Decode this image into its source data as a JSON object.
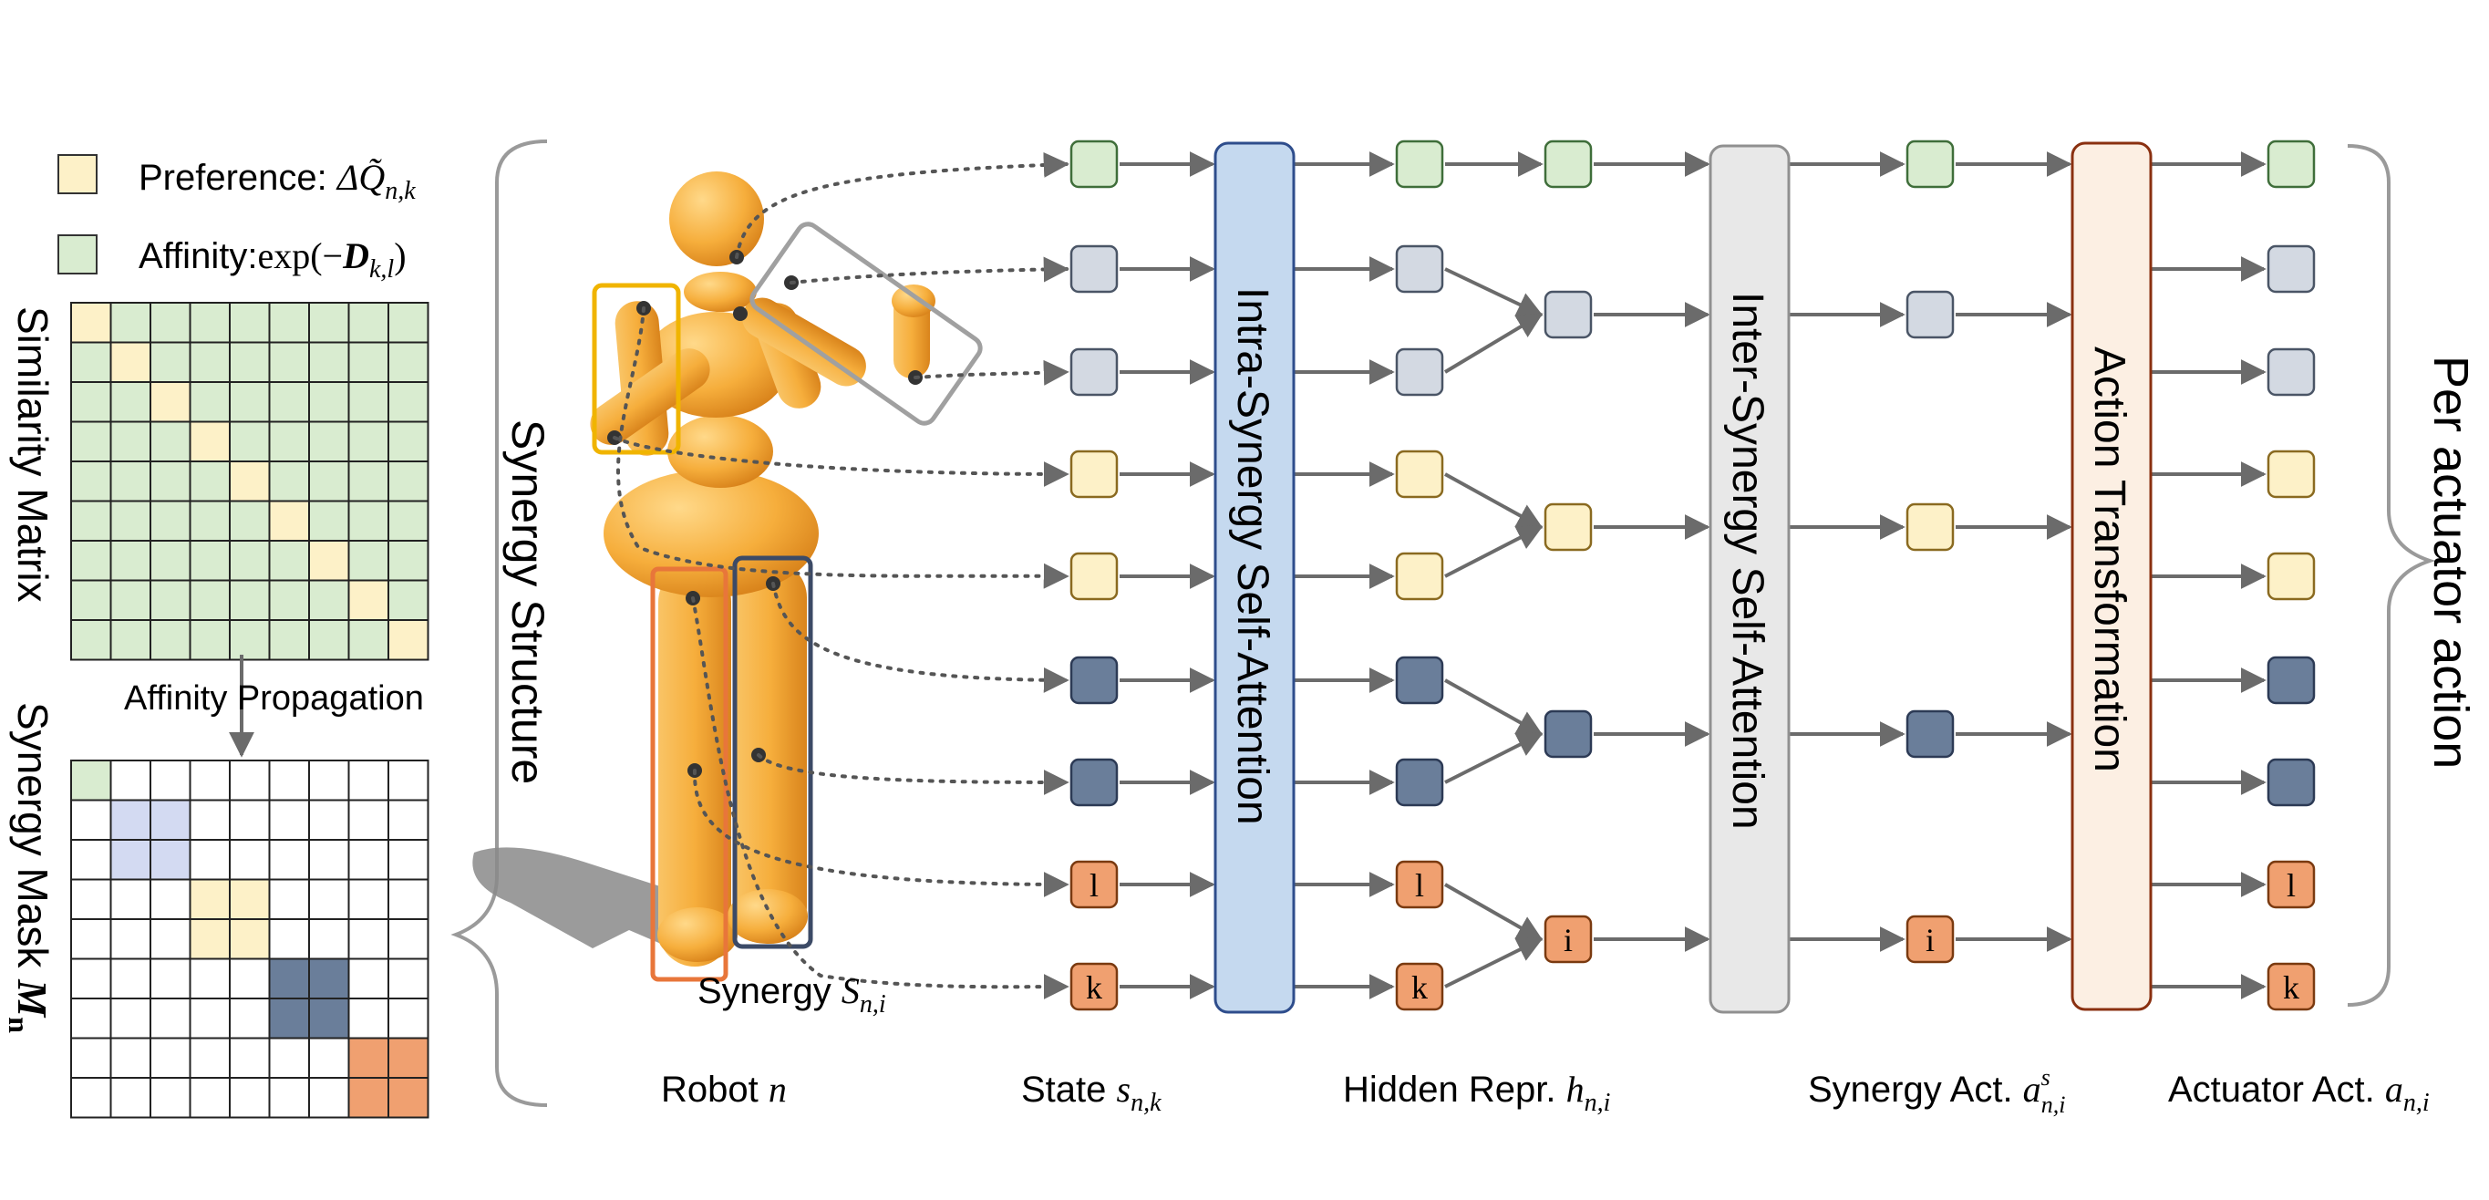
{
  "legend": {
    "preference_label": "Preference: ",
    "preference_math": "ΔQ̃",
    "preference_sub": "n,k",
    "affinity_label": "Affinity:",
    "affinity_math": "exp(−",
    "affinity_bold": "D",
    "affinity_sub": "k,l",
    "affinity_close": ")"
  },
  "left": {
    "similarity_title": "Similarity Matrix",
    "propagation_label": "Affinity Propagation",
    "mask_title": "Synergy Mask ",
    "mask_math": "M",
    "mask_sub": "n"
  },
  "robot": {
    "structure_title": "Synergy Structure",
    "synergy_label": "Synergy ",
    "synergy_math": "S",
    "synergy_sub": "n,i"
  },
  "blocks": {
    "intra": "Intra-Synergy  Self-Attention",
    "inter": "Inter-Synergy Self-Attention",
    "action": "Action Transformation"
  },
  "bottom_labels": {
    "robot": "Robot ",
    "robot_math": "n",
    "state": "State ",
    "state_math": "s",
    "state_sub": "n,k",
    "hidden": "Hidden Repr. ",
    "hidden_math": "h",
    "hidden_sub": "n,i",
    "synergy_act": "Synergy Act. ",
    "synergy_act_math": "a",
    "synergy_act_sup": "s",
    "synergy_act_sub": "n,i",
    "actuator_act": "Actuator Act. ",
    "actuator_act_math": "a",
    "actuator_act_sub": "n,i"
  },
  "right_title": "Per actuator action",
  "node_letters": {
    "l": "l",
    "k": "k",
    "i": "i"
  },
  "colors": {
    "green": "#d9ecd0",
    "gray": "#d3d9e2",
    "yellow": "#fdf1c8",
    "navy": "#6a7e9a",
    "orange": "#f0a070",
    "lavender": "#d3daf2",
    "intra_block": "#c5d9ef",
    "inter_block": "#e8e8e8",
    "action_block": "#fcefe3",
    "robot": "#f6ae3c"
  }
}
